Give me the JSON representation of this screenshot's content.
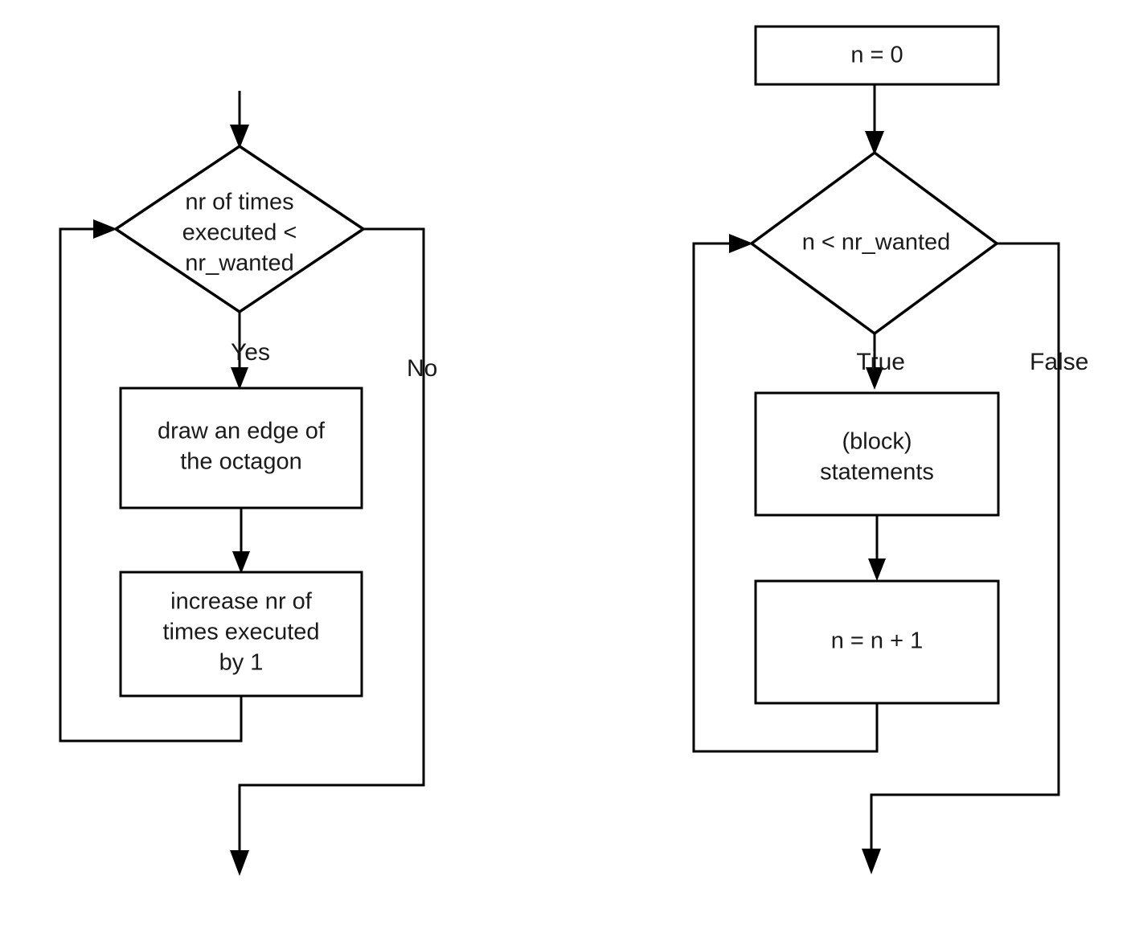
{
  "diagram": {
    "type": "flowchart",
    "title": "While loop flowchart comparison",
    "background_color": "#ffffff",
    "line_color": "#000000",
    "text_color": "#1a1a1a",
    "fill_color": "#ffffff"
  },
  "left_flowchart": {
    "name": "octagon-drawing-loop",
    "decision": {
      "line1": "nr of times",
      "line2": "executed <",
      "line3": "nr_wanted"
    },
    "process_1": {
      "line1": "draw an edge of",
      "line2": "the octagon"
    },
    "process_2": {
      "line1": "increase nr of",
      "line2": "times executed",
      "line3": "by 1"
    },
    "branch_true_label": "Yes",
    "branch_false_label": "No"
  },
  "right_flowchart": {
    "name": "generic-while-loop",
    "init": {
      "line1": "n = 0"
    },
    "decision": {
      "line1": "n < nr_wanted"
    },
    "process_1": {
      "line1": "(block)",
      "line2": "statements"
    },
    "process_2": {
      "line1": "n = n + 1"
    },
    "branch_true_label": "True",
    "branch_false_label": "False"
  }
}
